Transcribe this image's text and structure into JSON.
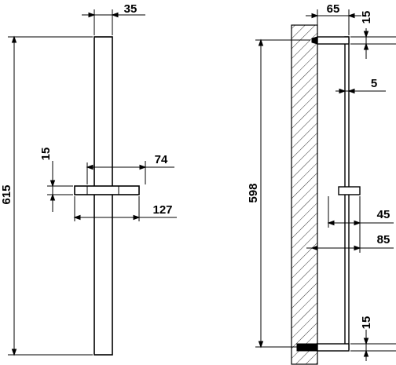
{
  "drawing": {
    "front_view": {
      "labels": {
        "bar_width": "35",
        "overall_height": "615",
        "holder_thickness": "15",
        "holder_inner_width": "74",
        "holder_outer_width": "127"
      }
    },
    "side_view": {
      "labels": {
        "wall_offset": "65",
        "top_bracket": "15",
        "bar_diameter": "5",
        "bracket_spacing": "598",
        "holder_depth": "45",
        "holder_projection": "85",
        "bottom_bracket": "15"
      }
    }
  }
}
